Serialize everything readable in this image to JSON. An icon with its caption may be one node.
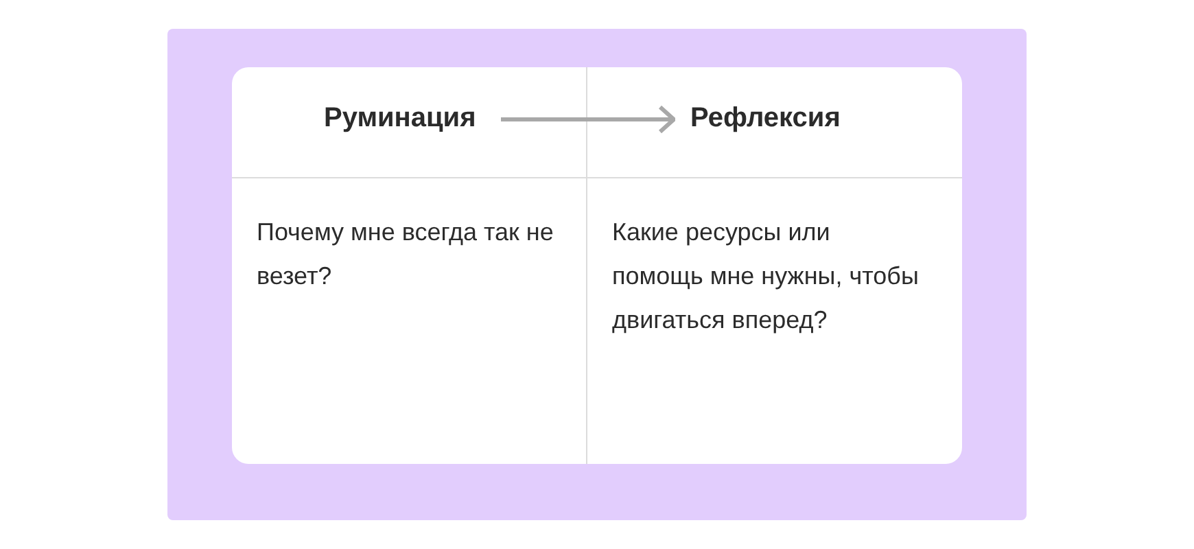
{
  "diagram": {
    "nodes": [
      {
        "text": [
          "Руминация"
        ]
      },
      {
        "text": [
          "Рефлексия"
        ]
      }
    ],
    "edges": [
      {
        "from": 0,
        "to": 1,
        "arrow": "to"
      }
    ],
    "labels": [
      "Почему мне всегда так не везет?",
      "Какие ресурсы или помощь мне нужны, чтобы двигаться вперед?"
    ]
  }
}
